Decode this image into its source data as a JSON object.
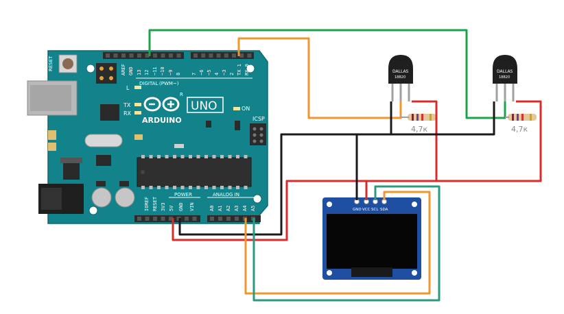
{
  "arduino": {
    "brand": "ARDUINO",
    "model": "UNO",
    "reset_label": "RESET",
    "icsp_label": "ICSP",
    "on_label": "ON",
    "led_l": "L",
    "led_tx": "TX",
    "led_rx": "RX",
    "digital_label": "DIGITAL",
    "pwm_label": "(PWM~)",
    "power_label": "POWER",
    "analog_label": "ANALOG IN",
    "reg_mark": "R",
    "aref": "AREF",
    "gnd_top": "GND",
    "digital_pins": [
      "13",
      "12",
      "~11",
      "~10",
      "~9",
      "8",
      "7",
      "~6",
      "~5",
      "4",
      "~3",
      "2",
      "TX 1",
      "RX 0"
    ],
    "power_pins": [
      "IOREF",
      "RESET",
      "3V3",
      "5V",
      "GND",
      "VIN"
    ],
    "analog_pins": [
      "A0",
      "A1",
      "A2",
      "A3",
      "A4",
      "A5"
    ]
  },
  "sensors": [
    {
      "text_line1": "DALLAS",
      "text_line2": "18B20",
      "resistor_label": "4,7к"
    },
    {
      "text_line1": "DALLAS",
      "text_line2": "18B20",
      "resistor_label": "4,7к"
    }
  ],
  "oled": {
    "pins": [
      "GND",
      "VCC",
      "SCL",
      "SDA"
    ]
  },
  "colors": {
    "board": "#12838a",
    "board_dark": "#0d6a70",
    "header": "#2b2b2b",
    "wire_green": "#1da34a",
    "wire_orange": "#f0962e",
    "wire_red": "#d82b2b",
    "wire_black": "#1a1a1a",
    "wire_teal": "#2a9a82",
    "oled_pcb": "#1f4fa0",
    "oled_screen": "#060606"
  }
}
